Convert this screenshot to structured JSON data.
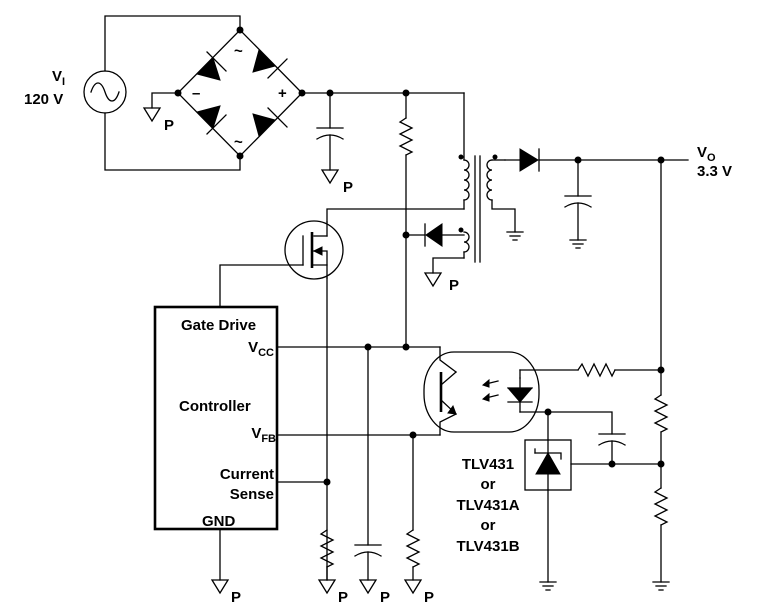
{
  "source": {
    "label_main": "V",
    "label_sub": "I",
    "voltage": "120 V"
  },
  "output": {
    "label_main": "V",
    "label_sub": "O",
    "voltage": "3.3 V"
  },
  "bridge": {
    "minus": "–",
    "plus": "+",
    "ac_top": "~",
    "ac_bottom": "~"
  },
  "ground_primary": "P",
  "controller": {
    "gate_drive": "Gate Drive",
    "vcc_main": "V",
    "vcc_sub": "CC",
    "name": "Controller",
    "vfb_main": "V",
    "vfb_sub": "FB",
    "current_line1": "Current",
    "current_line2": "Sense",
    "gnd": "GND"
  },
  "regulator": {
    "line1": "TLV431",
    "line2": "or",
    "line3": "TLV431A",
    "line4": "or",
    "line5": "TLV431B"
  }
}
